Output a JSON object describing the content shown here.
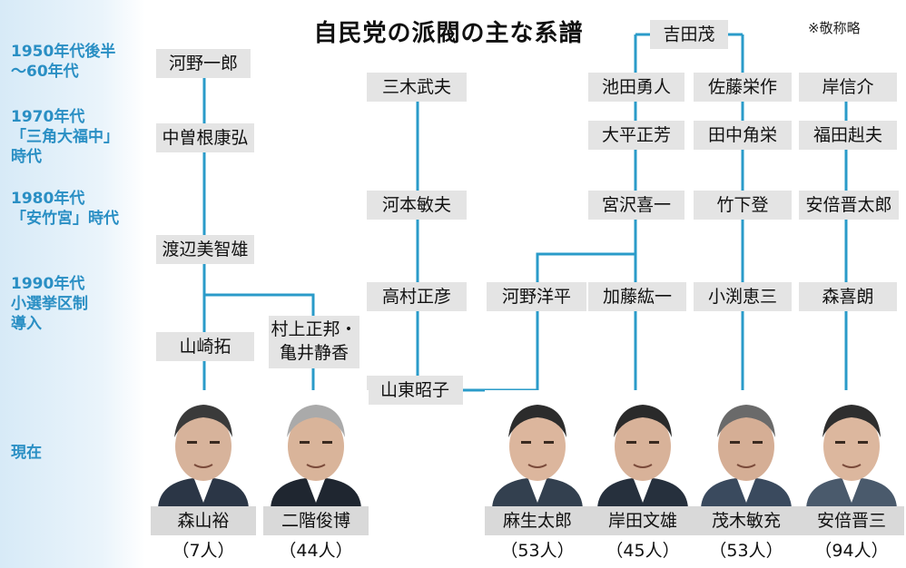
{
  "title": "自民党の派閥の主な系譜",
  "note": "※敬称略",
  "eras": [
    "1950年代後半\n〜60年代",
    "1970年代\n「三角大福中」\n時代",
    "1980年代\n「安竹宮」時代",
    "1990年代\n小選挙区制\n導入",
    "現在"
  ],
  "lineage": {
    "kono": [
      "河野一郎",
      "中曽根康弘",
      "渡辺美智雄",
      "山崎拓",
      "村上正邦・\n亀井静香"
    ],
    "miki": [
      "三木武夫",
      "河本敏夫",
      "高村正彦",
      "山東昭子"
    ],
    "yoshida": "吉田茂",
    "ikeda": [
      "池田勇人",
      "大平正芳",
      "宮沢喜一",
      "河野洋平",
      "加藤紘一"
    ],
    "sato": [
      "佐藤栄作",
      "田中角栄",
      "竹下登",
      "小渕恵三"
    ],
    "kishi": [
      "岸信介",
      "福田赳夫",
      "安倍晋太郎",
      "森喜朗"
    ]
  },
  "current": [
    {
      "name": "森山裕",
      "count": "（7人）",
      "icon": "portrait-icon"
    },
    {
      "name": "二階俊博",
      "count": "（44人）",
      "icon": "portrait-icon"
    },
    {
      "name": "麻生太郎",
      "count": "（53人）",
      "icon": "portrait-icon"
    },
    {
      "name": "岸田文雄",
      "count": "（45人）",
      "icon": "portrait-icon"
    },
    {
      "name": "茂木敏充",
      "count": "（53人）",
      "icon": "portrait-icon"
    },
    {
      "name": "安倍晋三",
      "count": "（94人）",
      "icon": "portrait-icon"
    }
  ],
  "colors": {
    "line": "#2a9bc9",
    "era_text": "#2a8fc4",
    "box": "#e4e4e4"
  }
}
